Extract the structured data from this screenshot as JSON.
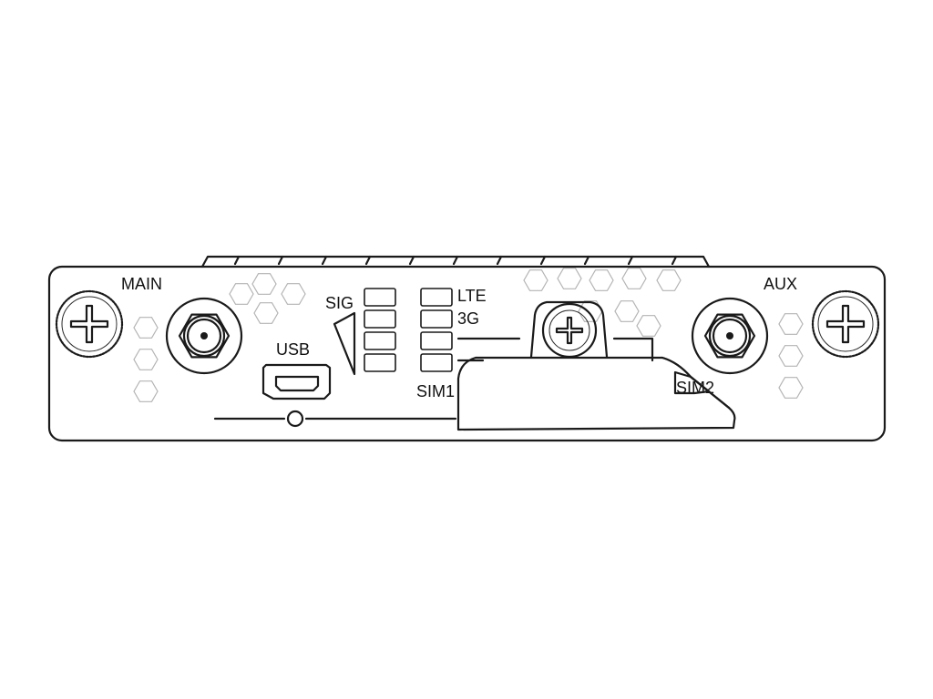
{
  "labels": {
    "main": "MAIN",
    "aux": "AUX",
    "usb": "USB",
    "sig": "SIG",
    "lte": "LTE",
    "g3": "3G",
    "sim1": "SIM1",
    "sim2": "SIM2"
  },
  "icons": {
    "thumbscrew": "thumbscrew-icon",
    "sma_connector": "sma-connector-icon",
    "mini_usb_port": "mini-usb-port-icon",
    "sim_cover_screw": "phillips-screw-icon"
  },
  "colors": {
    "line": "#1a1a1a",
    "pattern": "#b4b4b4",
    "background": "#ffffff"
  }
}
